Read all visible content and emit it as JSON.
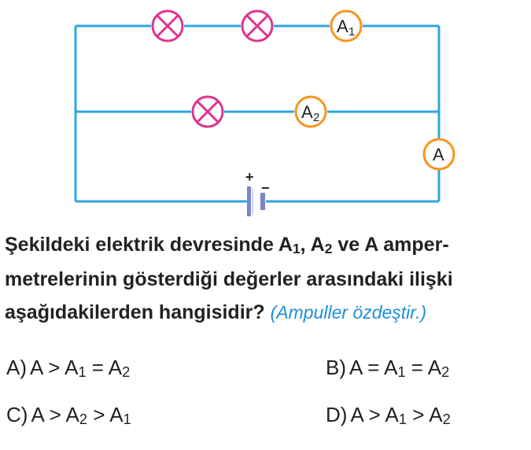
{
  "circuit": {
    "meters": [
      {
        "id": "a1",
        "letter": "A",
        "sub": "1"
      },
      {
        "id": "a2",
        "letter": "A",
        "sub": "2"
      },
      {
        "id": "a",
        "letter": "A",
        "sub": ""
      }
    ],
    "battery": {
      "plus": "+",
      "minus": "−"
    },
    "colors": {
      "wire": "#2ea6df",
      "lamp": "#e0338f",
      "meter": "#f7941d"
    }
  },
  "question": {
    "line1_pre": "Şekildeki elektrik devresinde A",
    "line1_s1": "1",
    "line1_mid": ", A",
    "line1_s2": "2",
    "line1_post": " ve A amper-",
    "line2": "metrelerinin gösterdiği değerler arasındaki ilişki",
    "line3": "aşağıdakilerden hangisidir?",
    "note": "(Ampuller özdeştir.)"
  },
  "options": [
    {
      "letter": "A)",
      "p1": "A > A",
      "s1": "1",
      "p2": " = A",
      "s2": "2"
    },
    {
      "letter": "B)",
      "p1": "A = A",
      "s1": "1",
      "p2": " = A",
      "s2": "2"
    },
    {
      "letter": "C)",
      "p1": "A > A",
      "s1": "2",
      "p2": " > A",
      "s2": "1"
    },
    {
      "letter": "D)",
      "p1": "A > A",
      "s1": "1",
      "p2": " > A",
      "s2": "2"
    }
  ]
}
